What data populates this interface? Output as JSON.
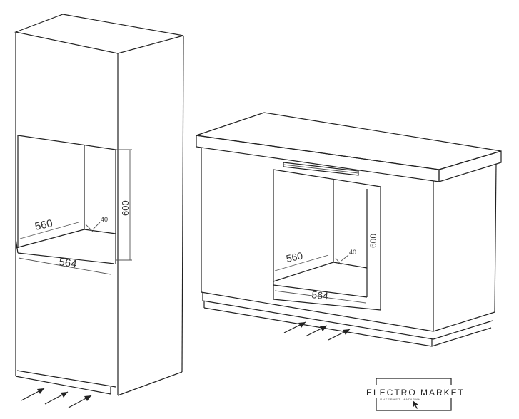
{
  "left_cabinet": {
    "dimensions": {
      "depth": "560",
      "width": "564",
      "height": "600",
      "gap": "40"
    }
  },
  "right_cabinet": {
    "dimensions": {
      "depth": "560",
      "width": "564",
      "height": "600",
      "gap": "40"
    }
  },
  "logo": {
    "title": "ELECTRO MARKET",
    "subtitle": "ИНТЕРНЕТ-МАГАЗИН"
  },
  "icons": [
    "airflow-arrow-icon",
    "cursor-icon"
  ]
}
